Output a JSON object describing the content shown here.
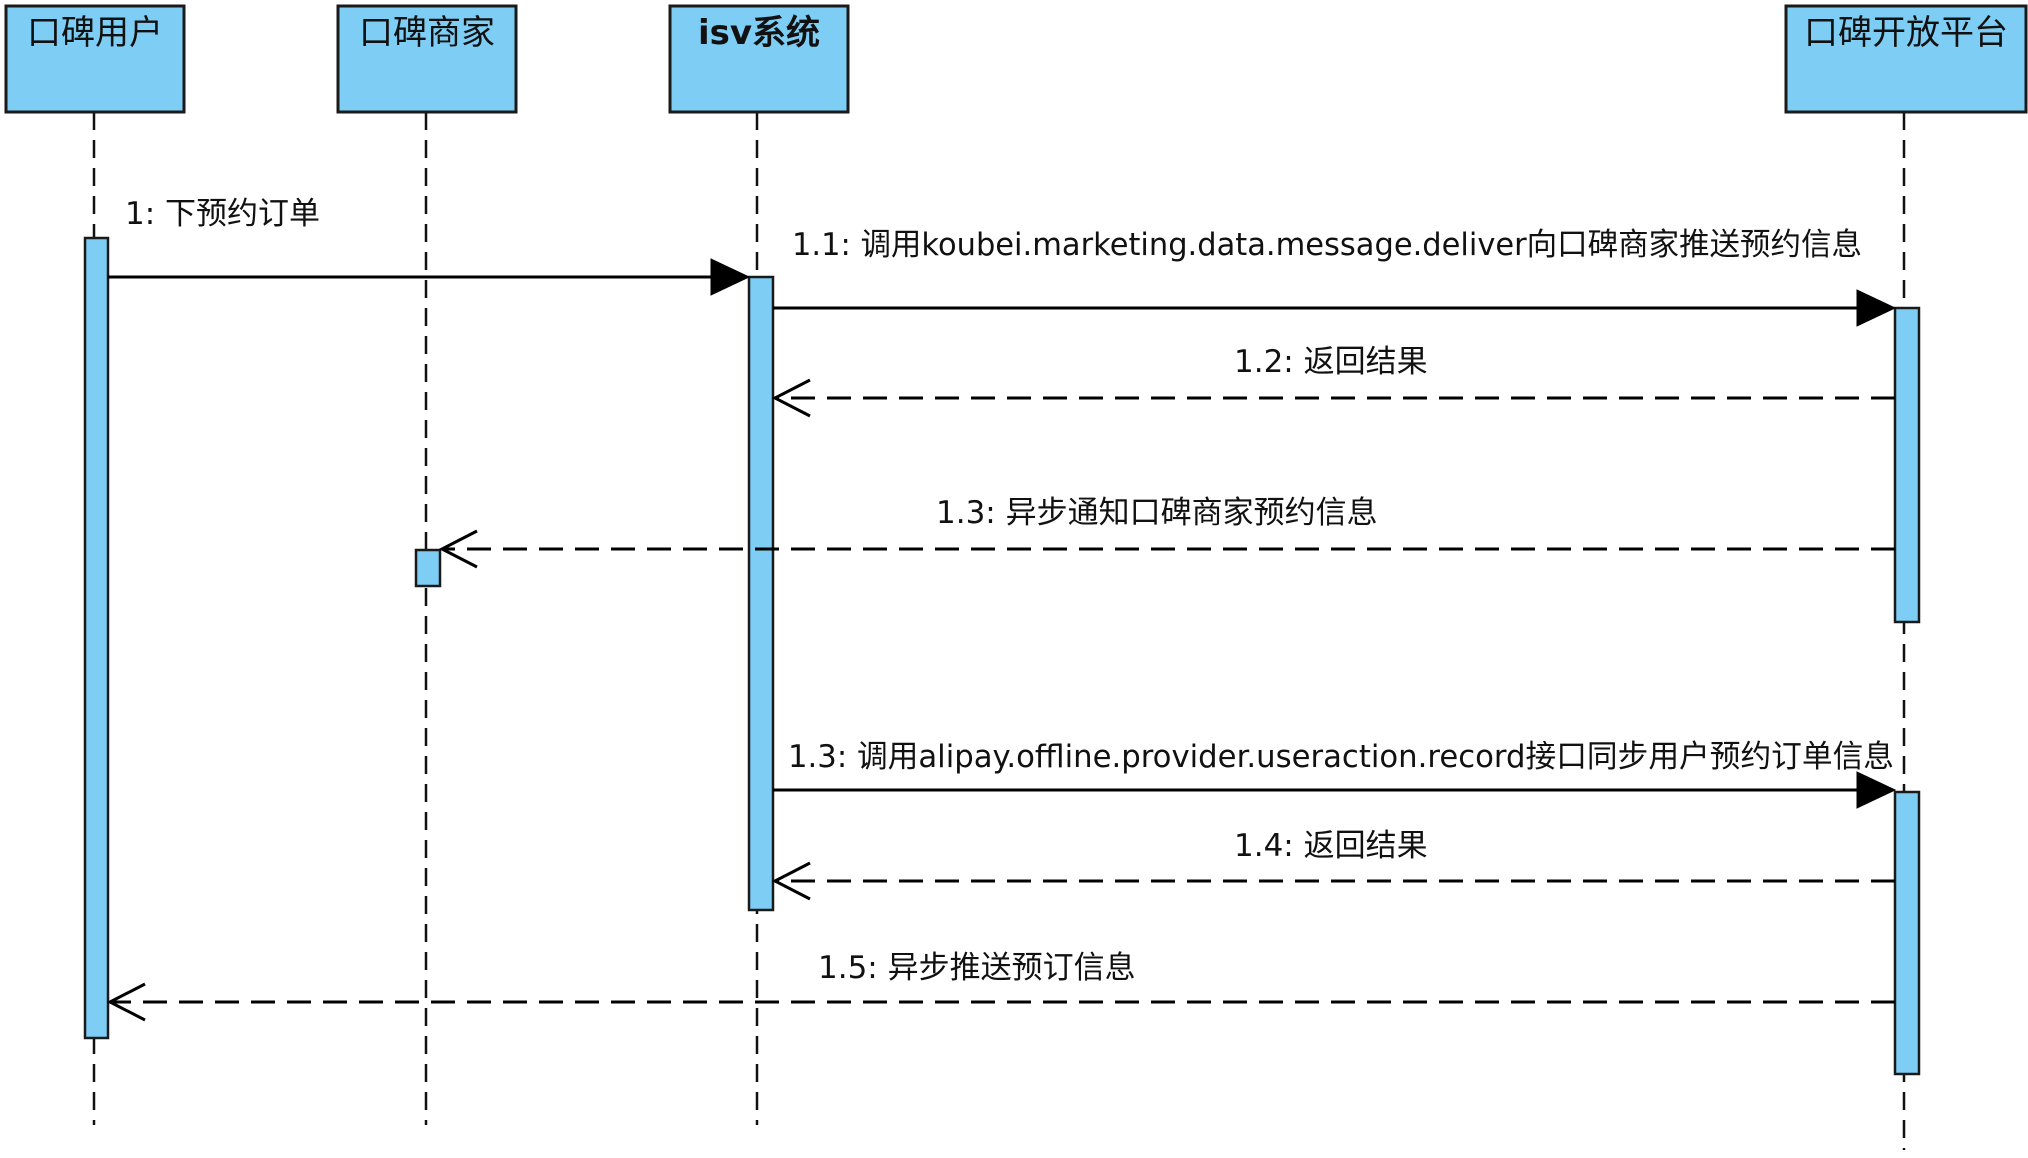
{
  "participants": [
    {
      "id": "user",
      "label": "口碑用户"
    },
    {
      "id": "merchant",
      "label": "口碑商家"
    },
    {
      "id": "isv",
      "label": "isv系统"
    },
    {
      "id": "platform",
      "label": "口碑开放平台"
    }
  ],
  "messages": [
    {
      "id": "m1",
      "from": "user",
      "to": "isv",
      "kind": "call",
      "label": "1: 下预约订单"
    },
    {
      "id": "m1_1",
      "from": "isv",
      "to": "platform",
      "kind": "call",
      "label": "1.1: 调用koubei.marketing.data.message.deliver向口碑商家推送预约信息"
    },
    {
      "id": "m1_2",
      "from": "platform",
      "to": "isv",
      "kind": "return",
      "label": "1.2: 返回结果"
    },
    {
      "id": "m1_3a",
      "from": "platform",
      "to": "merchant",
      "kind": "return",
      "label": "1.3: 异步通知口碑商家预约信息"
    },
    {
      "id": "m1_3b",
      "from": "isv",
      "to": "platform",
      "kind": "call",
      "label": "1.3: 调用alipay.offline.provider.useraction.record接口同步用户预约订单信息"
    },
    {
      "id": "m1_4",
      "from": "platform",
      "to": "isv",
      "kind": "return",
      "label": "1.4: 返回结果"
    },
    {
      "id": "m1_5",
      "from": "platform",
      "to": "user",
      "kind": "return",
      "label": "1.5: 异步推送预订信息"
    }
  ]
}
